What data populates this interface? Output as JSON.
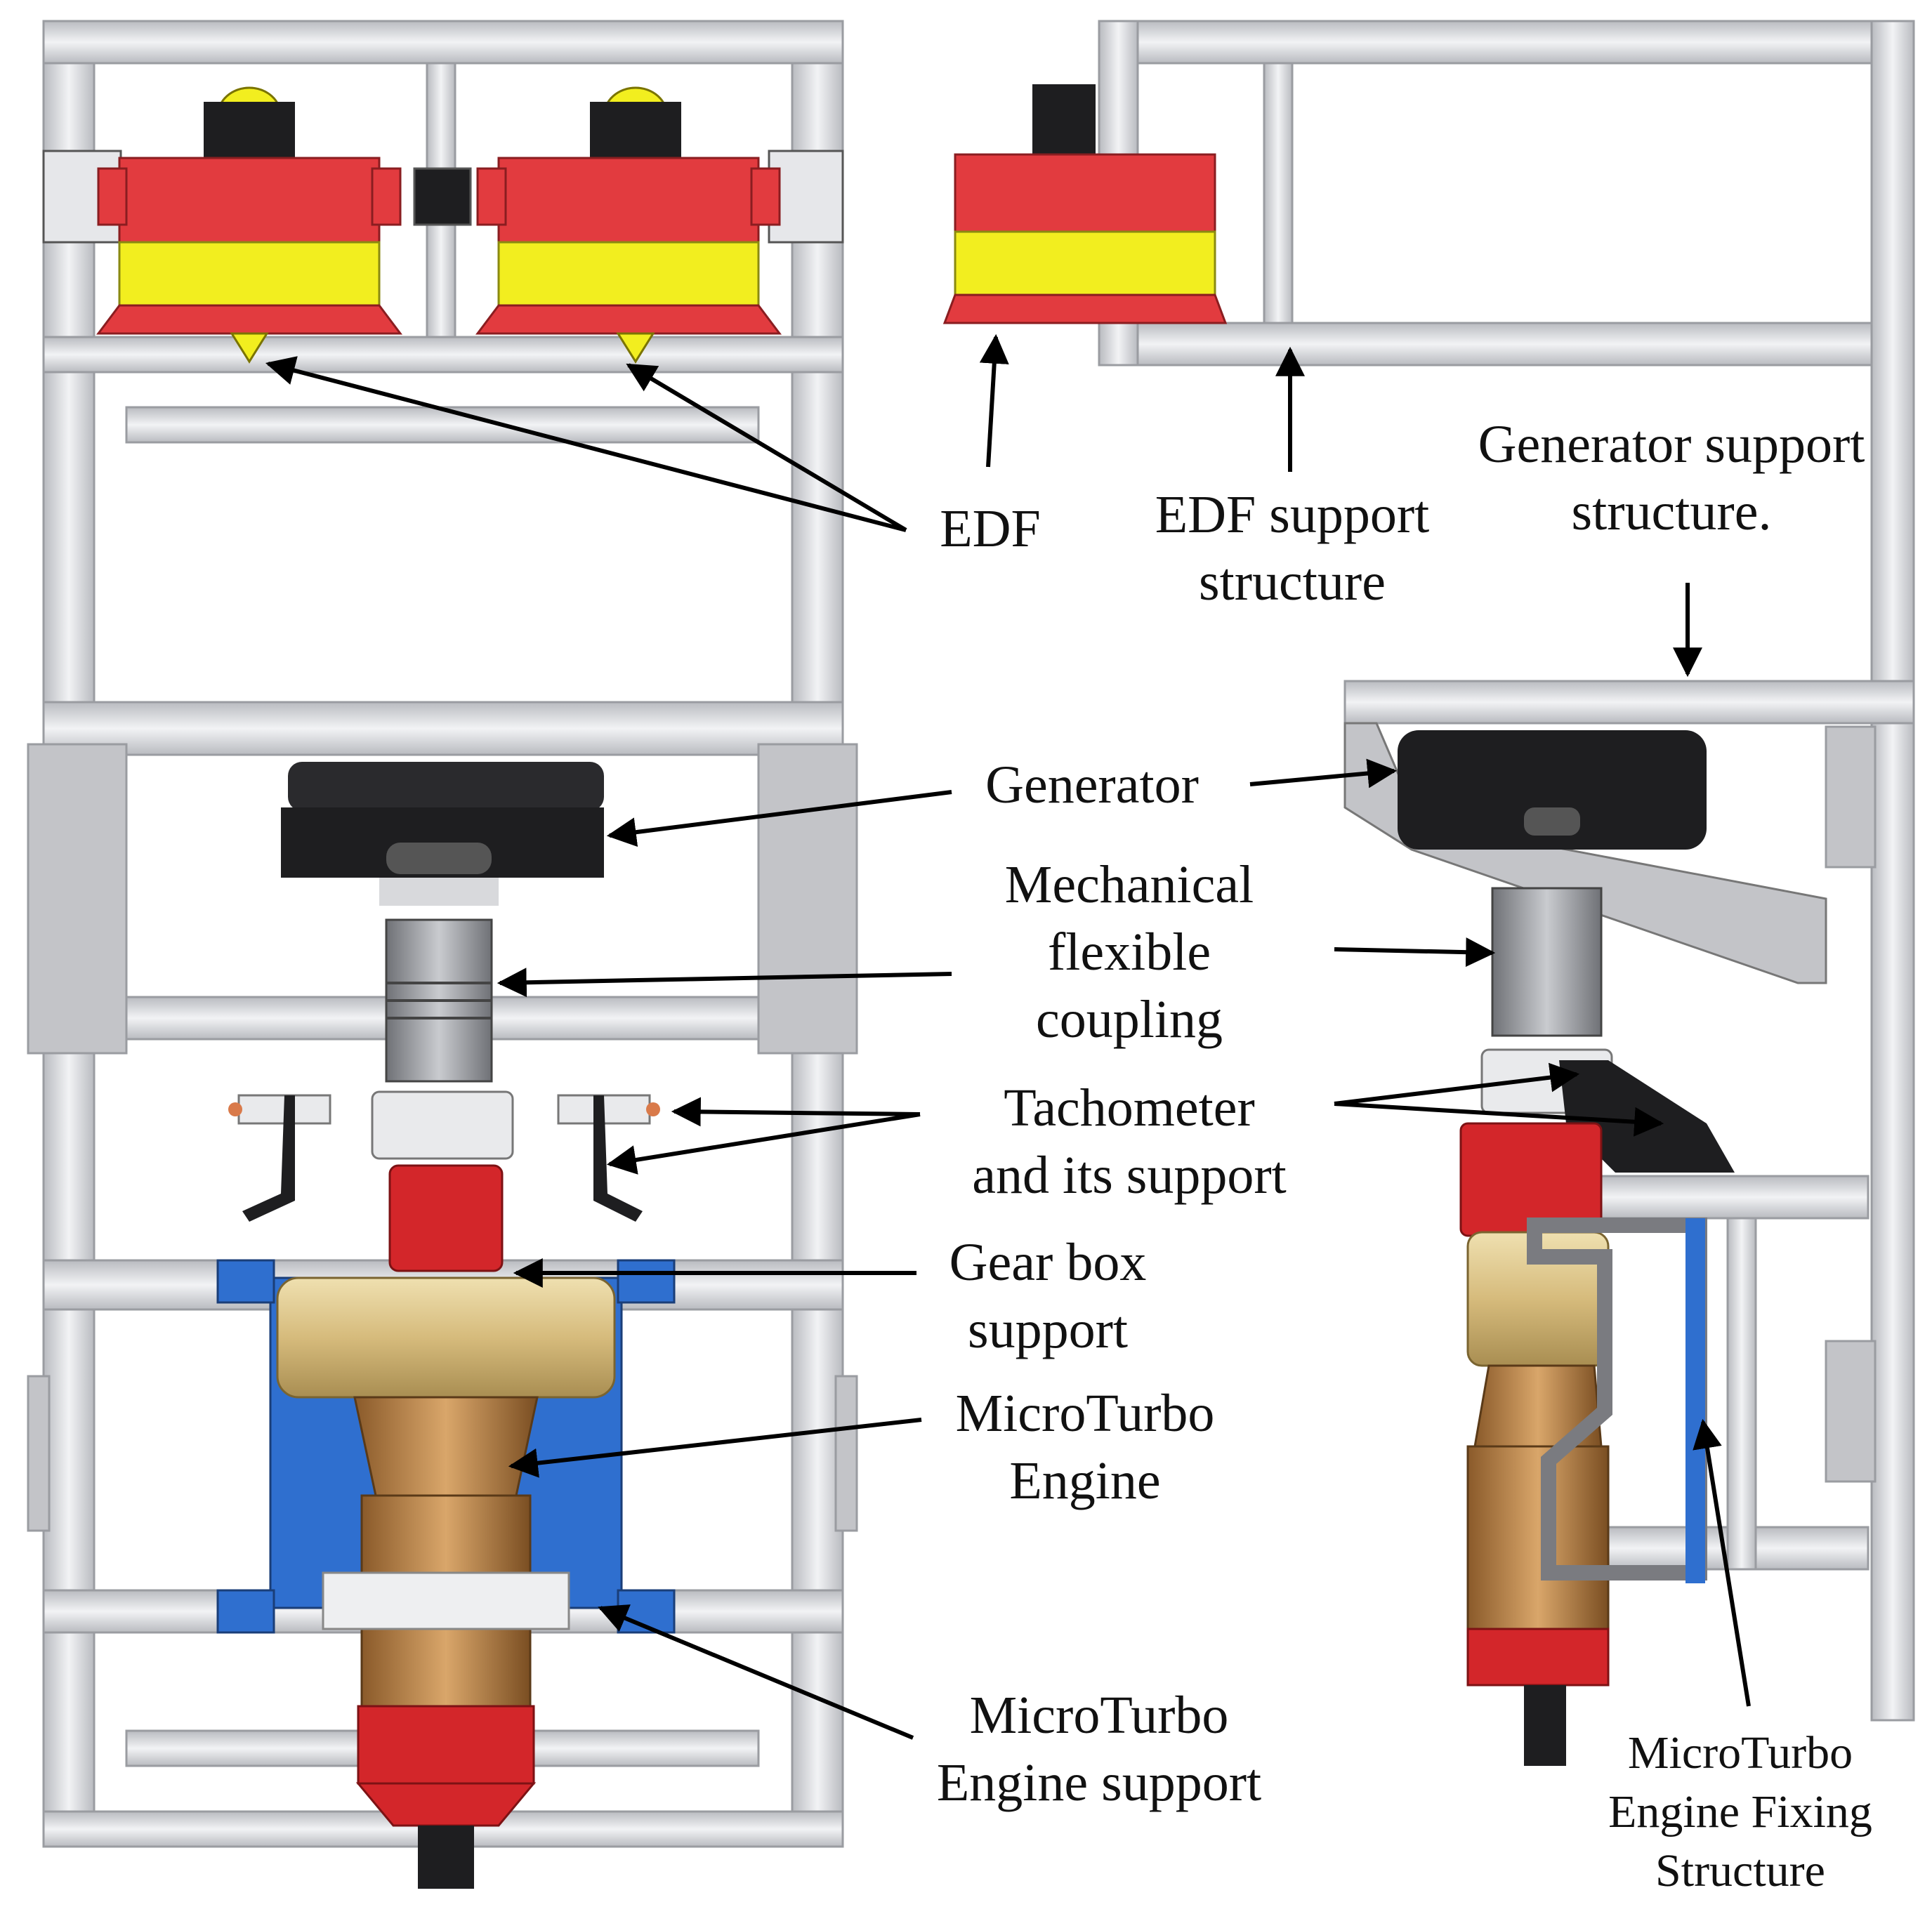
{
  "labels": {
    "edf": [
      "EDF"
    ],
    "edf_support": [
      "EDF support",
      "structure"
    ],
    "generator_support": [
      "Generator support",
      "structure."
    ],
    "generator": [
      "Generator"
    ],
    "coupling": [
      "Mechanical",
      "flexible",
      "coupling"
    ],
    "tachometer": [
      "Tachometer",
      "and its support"
    ],
    "gearbox": [
      "Gear box",
      "support"
    ],
    "engine": [
      "MicroTurbo",
      "Engine"
    ],
    "engine_support": [
      "MicroTurbo",
      "Engine support"
    ],
    "fixing": [
      "MicroTurbo",
      "Engine Fixing",
      "Structure"
    ]
  },
  "colors": {
    "frame": "#d9dadd",
    "frame_edge": "#9a9ca1",
    "edf_red": "#e23b3f",
    "edf_yellow": "#f2ee1f",
    "generator_black": "#1e1e20",
    "coupling_grey": "#8e9094",
    "engine_bronze": "#b9864a",
    "gearbox_gold": "#d8c18a",
    "bracket_blue": "#2f6fcf",
    "engine_red": "#d3262a",
    "arrow": "#000000"
  }
}
